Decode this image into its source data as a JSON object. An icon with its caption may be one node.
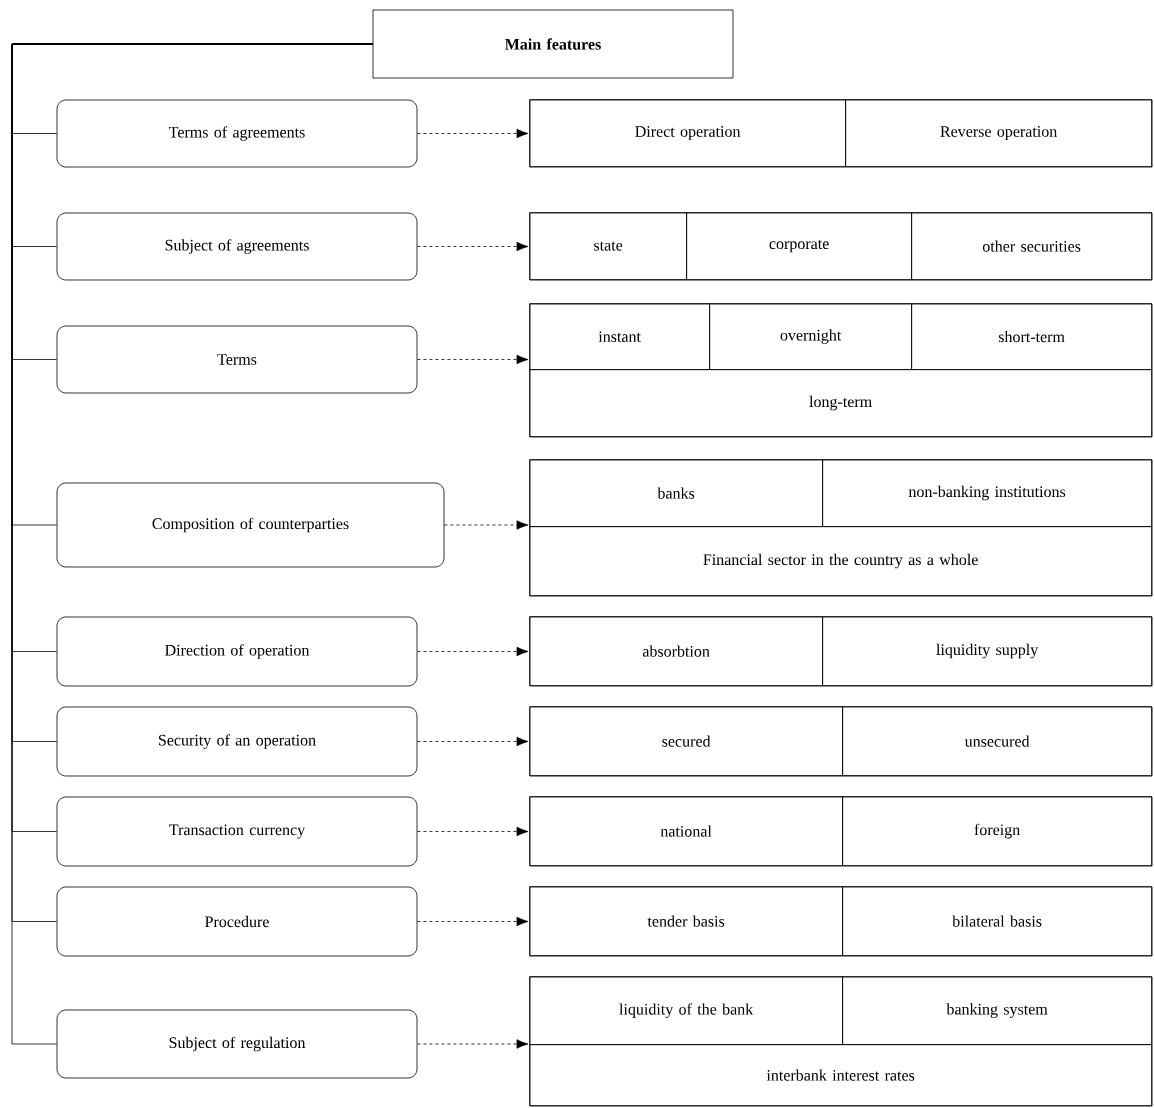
{
  "diagram": {
    "nodes": [
      {
        "text": [
          "Main features"
        ]
      },
      {
        "text": [
          "Terms of agreements"
        ]
      },
      {
        "text": [],
        "shape": "box"
      },
      {
        "text": [
          "Direct operation"
        ],
        "in": 2
      },
      {
        "text": [
          "Reverse operation"
        ],
        "in": 2
      },
      {
        "text": [
          "Subject of agreements"
        ]
      },
      {
        "text": [],
        "shape": "box"
      },
      {
        "text": [
          "state"
        ],
        "in": 6
      },
      {
        "text": [
          "corporate"
        ],
        "in": 6
      },
      {
        "text": [
          "other securities"
        ],
        "in": 6
      },
      {
        "text": [
          "Terms"
        ]
      },
      {
        "text": [],
        "shape": "box"
      },
      {
        "text": [
          "instant"
        ],
        "in": 11
      },
      {
        "text": [
          "overnight"
        ],
        "in": 11
      },
      {
        "text": [
          "short-term"
        ],
        "in": 11
      },
      {
        "text": [
          "long-term"
        ],
        "in": 11
      },
      {
        "text": [
          "Composition of counterparties"
        ]
      },
      {
        "text": [],
        "shape": "box"
      },
      {
        "text": [
          "banks"
        ],
        "in": 17
      },
      {
        "text": [
          "non-banking institutions"
        ],
        "in": 17
      },
      {
        "text": [
          "Financial sector in the country as a whole"
        ],
        "in": 17
      },
      {
        "text": [
          "Direction of operation"
        ]
      },
      {
        "text": [],
        "shape": "box"
      },
      {
        "text": [
          "absorbtion"
        ],
        "in": 22
      },
      {
        "text": [
          "liquidity supply"
        ],
        "in": 22
      },
      {
        "text": [
          "Security of an operation"
        ]
      },
      {
        "text": [],
        "shape": "box"
      },
      {
        "text": [
          "secured"
        ],
        "in": 26
      },
      {
        "text": [
          "unsecured"
        ],
        "in": 26
      },
      {
        "text": [
          "Transaction currency"
        ]
      },
      {
        "text": [],
        "shape": "box"
      },
      {
        "text": [
          "national"
        ],
        "in": 30
      },
      {
        "text": [
          "foreign"
        ],
        "in": 30
      },
      {
        "text": [
          "Procedure"
        ]
      },
      {
        "text": [],
        "shape": "box"
      },
      {
        "text": [
          "tender basis"
        ],
        "in": 34
      },
      {
        "text": [
          "bilateral basis"
        ],
        "in": 34
      },
      {
        "text": [
          "Subject of regulation"
        ]
      },
      {
        "text": [],
        "shape": "box"
      },
      {
        "text": [
          "liquidity of the bank"
        ],
        "in": 38
      },
      {
        "text": [
          "banking system"
        ],
        "in": 38
      },
      {
        "text": [
          "interbank interest rates"
        ],
        "in": 38
      }
    ],
    "edges": [
      {
        "from": 0,
        "to": 1,
        "arrow": "none"
      },
      {
        "from": 0,
        "to": 5,
        "arrow": "none"
      },
      {
        "from": 0,
        "to": 10,
        "arrow": "none"
      },
      {
        "from": 0,
        "to": 16,
        "arrow": "none"
      },
      {
        "from": 0,
        "to": 21,
        "arrow": "none"
      },
      {
        "from": 0,
        "to": 25,
        "arrow": "none"
      },
      {
        "from": 0,
        "to": 29,
        "arrow": "none"
      },
      {
        "from": 0,
        "to": 33,
        "arrow": "none"
      },
      {
        "from": 0,
        "to": 37,
        "arrow": "none"
      },
      {
        "from": 1,
        "to": 2,
        "arrow": "to",
        "style": "dashed"
      },
      {
        "from": 5,
        "to": 6,
        "arrow": "to",
        "style": "dashed"
      },
      {
        "from": 10,
        "to": 11,
        "arrow": "to",
        "style": "dashed"
      },
      {
        "from": 16,
        "to": 17,
        "arrow": "to",
        "style": "dashed"
      },
      {
        "from": 21,
        "to": 22,
        "arrow": "to",
        "style": "dashed"
      },
      {
        "from": 25,
        "to": 26,
        "arrow": "to",
        "style": "dashed"
      },
      {
        "from": 29,
        "to": 30,
        "arrow": "to",
        "style": "dashed"
      },
      {
        "from": 33,
        "to": 34,
        "arrow": "to",
        "style": "dashed"
      },
      {
        "from": 37,
        "to": 38,
        "arrow": "to",
        "style": "dashed"
      }
    ]
  }
}
